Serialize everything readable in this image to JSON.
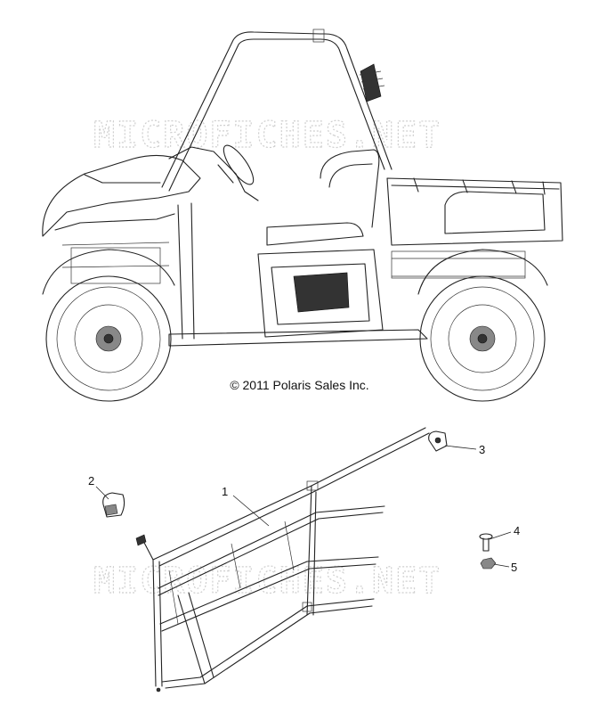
{
  "watermark_text": "MICROFICHES.NET",
  "copyright": "© 2011 Polaris Sales Inc.",
  "callouts": [
    {
      "num": "1",
      "part": "cab frame"
    },
    {
      "num": "2",
      "part": "clip"
    },
    {
      "num": "3",
      "part": "bracket"
    },
    {
      "num": "4",
      "part": "screw"
    },
    {
      "num": "5",
      "part": "nut"
    }
  ],
  "colors": {
    "line": "#222222",
    "watermark": "#cfcfcf",
    "background": "#ffffff"
  }
}
